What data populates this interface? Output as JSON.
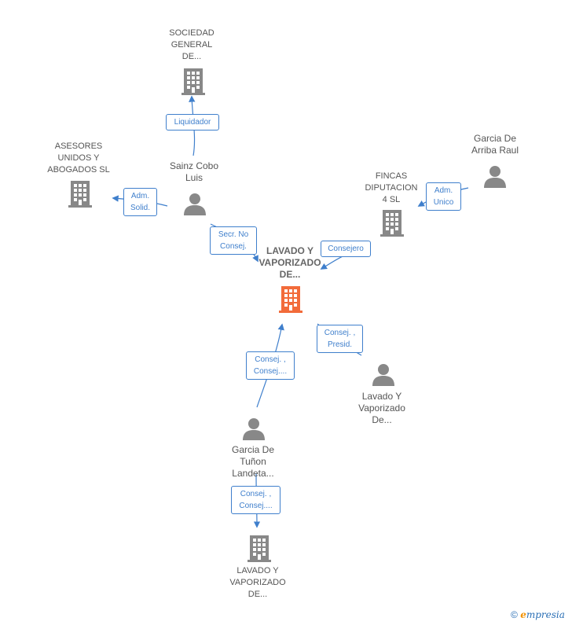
{
  "colors": {
    "edge": "#3f7fcc",
    "node": "#888888",
    "main": "#f26b3a"
  },
  "nodes": {
    "sociedad": {
      "label": "SOCIEDAD\nGENERAL\nDE..."
    },
    "asesores": {
      "label": "ASESORES\nUNIDOS Y\nABOGADOS  SL"
    },
    "sainz": {
      "label": "Sainz Cobo\nLuis"
    },
    "garcia_arriba": {
      "label": "Garcia De\nArriba Raul"
    },
    "fincas": {
      "label": "FINCAS\nDIPUTACION\n4 SL"
    },
    "main": {
      "label": "LAVADO Y\nVAPORIZADO\nDE..."
    },
    "lavado_person": {
      "label": "Lavado Y\nVaporizado\nDe..."
    },
    "garcia_tunon": {
      "label": "Garcia De\nTuñon\nLandeta..."
    },
    "lavado_bottom": {
      "label": "LAVADO Y\nVAPORIZADO\nDE..."
    }
  },
  "edges": {
    "liquidador": "Liquidador",
    "adm_solid": "Adm.\nSolid.",
    "secr": "Secr.  No\nConsej.",
    "adm_unico": "Adm.\nUnico",
    "consejero": "Consejero",
    "consej_presid": "Consej. ,\nPresid.",
    "consej_tunon_main": "Consej. ,\nConsej....",
    "consej_tunon_bottom": "Consej. ,\nConsej...."
  },
  "footer": {
    "copyright": "©",
    "brand_first": "e",
    "brand_rest": "mpresia"
  }
}
